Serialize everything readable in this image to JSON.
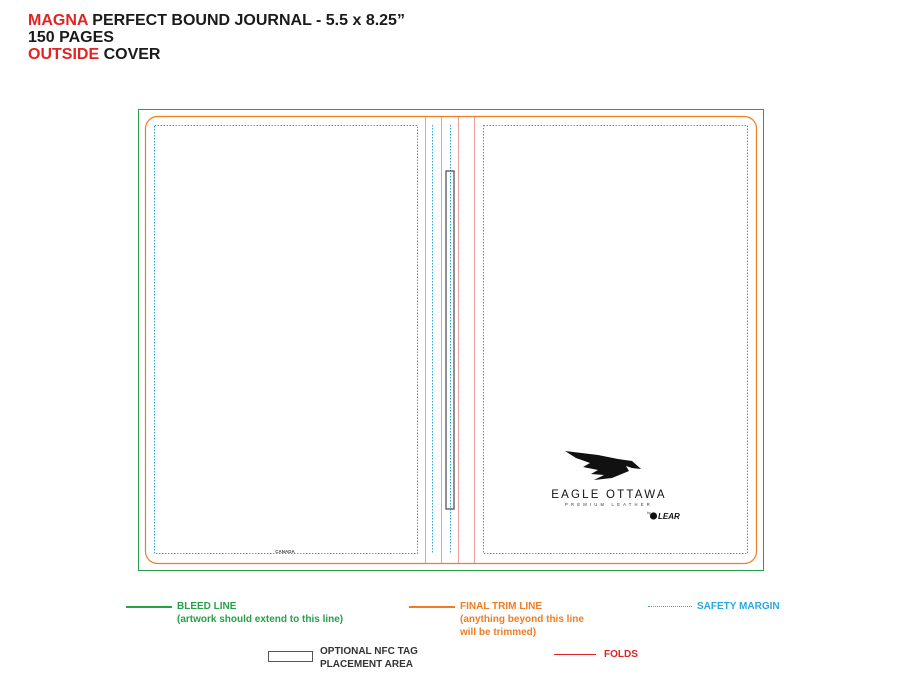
{
  "header": {
    "line1_brand": "MAGNA",
    "line1_rest": " PERFECT BOUND JOURNAL - 5.5 x 8.25”",
    "line2": "150 PAGES",
    "line3_accent": "OUTSIDE",
    "line3_rest": " COVER"
  },
  "template": {
    "front_cover": {
      "logo_name": "EAGLE OTTAWA",
      "logo_tagline": "PREMIUM LEATHER",
      "logo_by": "by",
      "logo_parent": "LEAR"
    },
    "back_cover": {
      "footer_text": "CANADA"
    }
  },
  "legend": {
    "bleed": {
      "label": "BLEED LINE",
      "note": "(artwork should extend to this line)"
    },
    "trim": {
      "label": "FINAL TRIM LINE",
      "note1": "(anything beyond this line",
      "note2": "will be trimmed)"
    },
    "safety": {
      "label": "SAFETY MARGIN"
    },
    "nfc": {
      "label1": "OPTIONAL NFC TAG",
      "label2": "PLACEMENT AREA"
    },
    "folds": {
      "label": "FOLDS"
    }
  },
  "colors": {
    "bleed": "#27a04a",
    "trim": "#f07d24",
    "safety": "#29a8e0",
    "folds": "#e02424",
    "accent": "#e02424",
    "nfc": "#555555"
  }
}
